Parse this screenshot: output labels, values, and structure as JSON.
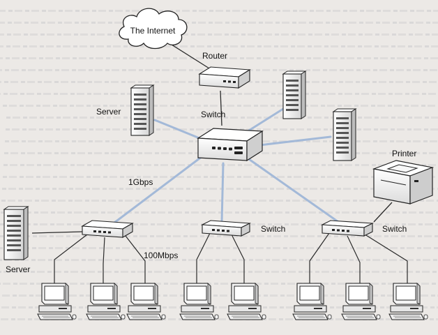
{
  "labels": {
    "internet": "The Internet",
    "router": "Router",
    "server_top": "Server",
    "server_left": "Server",
    "printer": "Printer",
    "switch_main": "Switch",
    "switch_mid": "Switch",
    "switch_right": "Switch",
    "speed_backbone": "1Gbps",
    "speed_access": "100Mbps"
  },
  "colors": {
    "backbone_link": "#a3b9d8",
    "access_link": "#2a2a2a",
    "device_fill": "#f4f4f4",
    "device_stroke": "#222222",
    "cloud_fill": "#ffffff",
    "background": "#ece9e6"
  },
  "icons": {
    "cloud": "cloud-icon",
    "router": "router-icon",
    "switch": "switch-icon",
    "server": "server-tower-icon",
    "printer": "printer-icon",
    "workstation": "desktop-computer-icon"
  }
}
